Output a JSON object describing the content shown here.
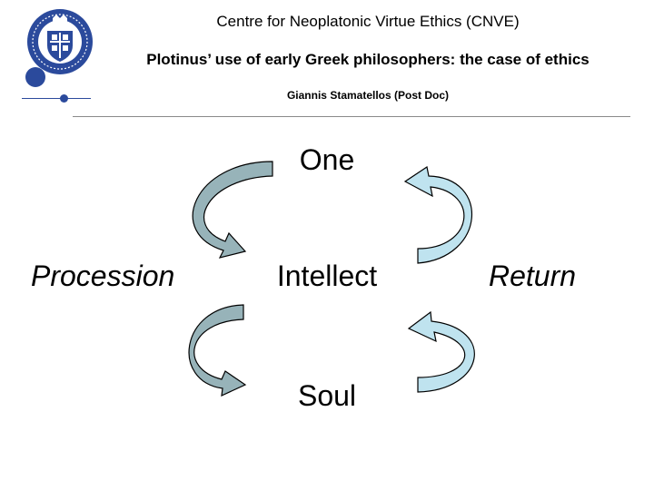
{
  "header": {
    "centre": "Centre for Neoplatonic Virtue Ethics (CNVE)",
    "title": "Plotinus’ use of early Greek philosophers: the case of ethics",
    "author": "Giannis Stamatellos (Post Doc)"
  },
  "diagram": {
    "nodes": {
      "top": "One",
      "middle": "Intellect",
      "bottom": "Soul"
    },
    "left_label": "Procession",
    "right_label": "Return"
  },
  "colors": {
    "brand_blue": "#2b4a9c",
    "procession_arrow": "#97b3b9",
    "return_arrow": "#bfe3ef",
    "arrow_stroke": "#000000",
    "rule": "#8a8a8a"
  },
  "icons": {
    "logo": "university-seal-icon"
  }
}
